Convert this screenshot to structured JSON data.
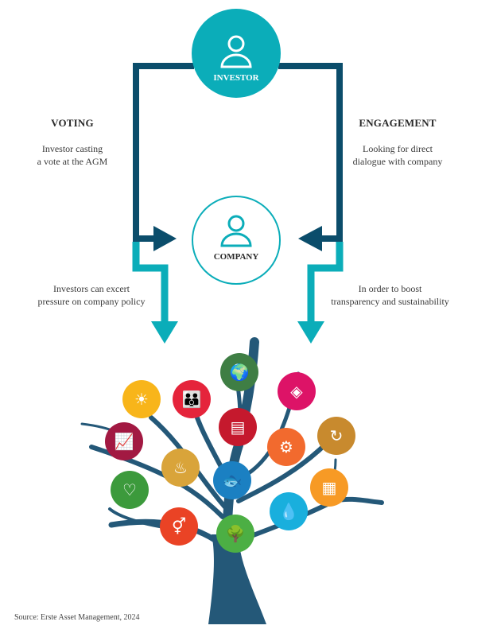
{
  "investor": {
    "label": "INVESTOR",
    "icon": "person-icon"
  },
  "company": {
    "label": "COMPANY",
    "icon": "person-icon"
  },
  "voting": {
    "title": "VOTING",
    "desc": [
      "Investor casting",
      "a vote at the AGM"
    ],
    "effect": [
      "Investors can excert",
      "pressure on company policy"
    ]
  },
  "engagement": {
    "title": "ENGAGEMENT",
    "desc": [
      "Looking for direct",
      "dialogue with company"
    ],
    "effect": [
      "In order to boost",
      "transparency and sustainability"
    ]
  },
  "colors": {
    "dark": "#0b4d6b",
    "teal": "#0badb9",
    "tree": "#245878"
  },
  "sdg_icons": [
    {
      "name": "sun-energy-icon",
      "color": "#F8B51A",
      "glyph": "☀"
    },
    {
      "name": "family-icon",
      "color": "#E5243B",
      "glyph": "👪"
    },
    {
      "name": "globe-icon",
      "color": "#3F7E44",
      "glyph": "🌍"
    },
    {
      "name": "reduced-inequality-icon",
      "color": "#DD1367",
      "glyph": "◈"
    },
    {
      "name": "education-icon",
      "color": "#C5192D",
      "glyph": "▤"
    },
    {
      "name": "economic-growth-icon",
      "color": "#A21942",
      "glyph": "📈"
    },
    {
      "name": "industry-gears-icon",
      "color": "#F26A2E",
      "glyph": "⚙"
    },
    {
      "name": "responsible-consumption-icon",
      "color": "#C88A2E",
      "glyph": "↻"
    },
    {
      "name": "food-bowl-icon",
      "color": "#D9A43A",
      "glyph": "♨"
    },
    {
      "name": "fish-life-below-water-icon",
      "color": "#1B80C2",
      "glyph": "🐟"
    },
    {
      "name": "health-heart-icon",
      "color": "#3C9A3C",
      "glyph": "♡"
    },
    {
      "name": "sustainable-cities-icon",
      "color": "#F79A25",
      "glyph": "▦"
    },
    {
      "name": "water-drop-icon",
      "color": "#19AFDD",
      "glyph": "💧"
    },
    {
      "name": "gender-equality-icon",
      "color": "#EA4325",
      "glyph": "⚥"
    },
    {
      "name": "forest-life-on-land-icon",
      "color": "#4CAF44",
      "glyph": "🌳"
    }
  ],
  "source": "Source: Erste Asset Management, 2024"
}
